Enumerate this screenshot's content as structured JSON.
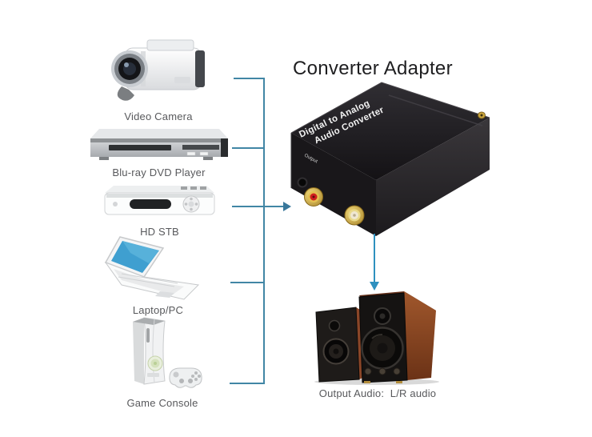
{
  "title": "Converter Adapter",
  "sources": [
    {
      "label": "Video Camera"
    },
    {
      "label": "Blu-ray DVD Player"
    },
    {
      "label": "HD STB"
    },
    {
      "label": "Laptop/PC"
    },
    {
      "label": "Game Console"
    }
  ],
  "converter": {
    "top_text_line1": "Digital to Analog",
    "top_text_line2": "Audio Converter",
    "front_port_label": "Output"
  },
  "output": {
    "label": "Output Audio:  L/R audio"
  },
  "colors": {
    "connector_line": "#4186a5",
    "input_arrow": "#39789b",
    "output_arrow": "#2e90bf",
    "title_text": "#1e1e20",
    "caption_text": "#58595c",
    "converter_body": "#19171a",
    "rca_red": "#cf1f1f",
    "rca_white": "#efe7d2",
    "rca_gold": "#c9a433",
    "speaker_wood": "#8a4628",
    "laptop_screen": "#3f9fd0",
    "console_power_green": "#d5e2bc"
  }
}
